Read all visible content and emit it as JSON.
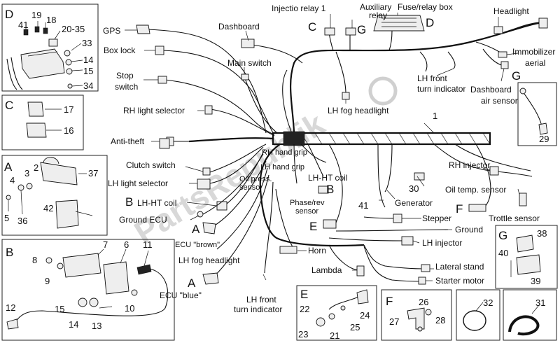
{
  "watermark": "PartsRepublik",
  "main_harness_number": "1",
  "labels": {
    "gps": "GPS",
    "box_lock": "Box lock",
    "stop_switch_1": "Stop",
    "stop_switch_2": "switch",
    "dashboard": "Dashboard",
    "main_switch": "Main switch",
    "injection_relay_1": "Injectio relay 1",
    "auxiliary_relay_1": "Auxiliary",
    "auxiliary_relay_2": "relay",
    "fuse_relay_box": "Fuse/relay box",
    "headlight": "Headlight",
    "immobilizer_aerial_1": "Immobilizer",
    "immobilizer_aerial_2": "aerial",
    "lh_front_turn_top_1": "LH front",
    "lh_front_turn_top_2": "turn indicator",
    "dashboard_air_sensor_1": "Dashboard",
    "dashboard_air_sensor_2": "air sensor",
    "rh_light_selector": "RH light selector",
    "lh_fog_headlight_top": "LH fog headlight",
    "anti_theft": "Anti-theft",
    "clutch_switch": "Clutch switch",
    "lh_light_selector": "LH light selector",
    "rh_hand_grip": "RH hand grip",
    "lh_hand_grip": "LH hand grip",
    "oil_press_1": "Oil press.",
    "oil_press_2": "sensor",
    "lh_ht_coil_right": "LH-HT coil",
    "lh_ht_coil_left": "LH-HT coil",
    "phase_rev_1": "Phase/rev",
    "phase_rev_2": "sensor",
    "ground_ecu": "Ground ECU",
    "ecu_brown": "ECU \"brown\"",
    "lh_fog_headlight_bottom": "LH fog headlight",
    "ecu_blue": "ECU \"blue\"",
    "lh_front_turn_bottom_1": "LH front",
    "lh_front_turn_bottom_2": "turn indicator",
    "horn": "Horn",
    "lambda": "Lambda",
    "rh_injector": "RH injector",
    "oil_temp_sensor": "Oil temp. sensor",
    "generator": "Generator",
    "trottle_sensor": "Trottle sensor",
    "stepper": "Stepper",
    "ground": "Ground",
    "lh_injector": "LH injector",
    "lateral_stand": "Lateral stand",
    "starter_motor": "Starter motor"
  },
  "letters": {
    "d_top": "D",
    "c_relay": "C",
    "g_relay": "G",
    "d_fuse": "D",
    "g_dash": "G",
    "b_coil_right": "B",
    "b_coil_left": "B",
    "e_phase": "E",
    "f_trottle": "F",
    "a_brown": "A",
    "a_blue": "A"
  },
  "panel_d": {
    "letter": "D",
    "parts": [
      "41",
      "19",
      "18",
      "20-35",
      "33",
      "14",
      "15",
      "34"
    ]
  },
  "panel_c": {
    "letter": "C",
    "parts": [
      "17",
      "16"
    ]
  },
  "panel_a": {
    "letter": "A",
    "parts": [
      "3",
      "2",
      "37",
      "4",
      "5",
      "36",
      "42"
    ]
  },
  "panel_b": {
    "letter": "B",
    "parts": [
      "7",
      "6",
      "11",
      "8",
      "9",
      "12",
      "15",
      "14",
      "13",
      "10"
    ]
  },
  "panel_e": {
    "letter": "E",
    "parts": [
      "22",
      "24",
      "23",
      "21",
      "25"
    ]
  },
  "panel_f": {
    "letter": "F",
    "parts": [
      "26",
      "27",
      "28"
    ]
  },
  "panel_32": {
    "parts": [
      "32"
    ]
  },
  "panel_31": {
    "parts": [
      "31"
    ]
  },
  "panel_g_relay": {
    "letter": "G",
    "parts": [
      "38",
      "40",
      "39"
    ]
  },
  "panel_g_sensor": {
    "letter": "G",
    "parts": [
      "29"
    ]
  },
  "callouts": {
    "generator_num": "30",
    "generator_bolt": "41"
  }
}
